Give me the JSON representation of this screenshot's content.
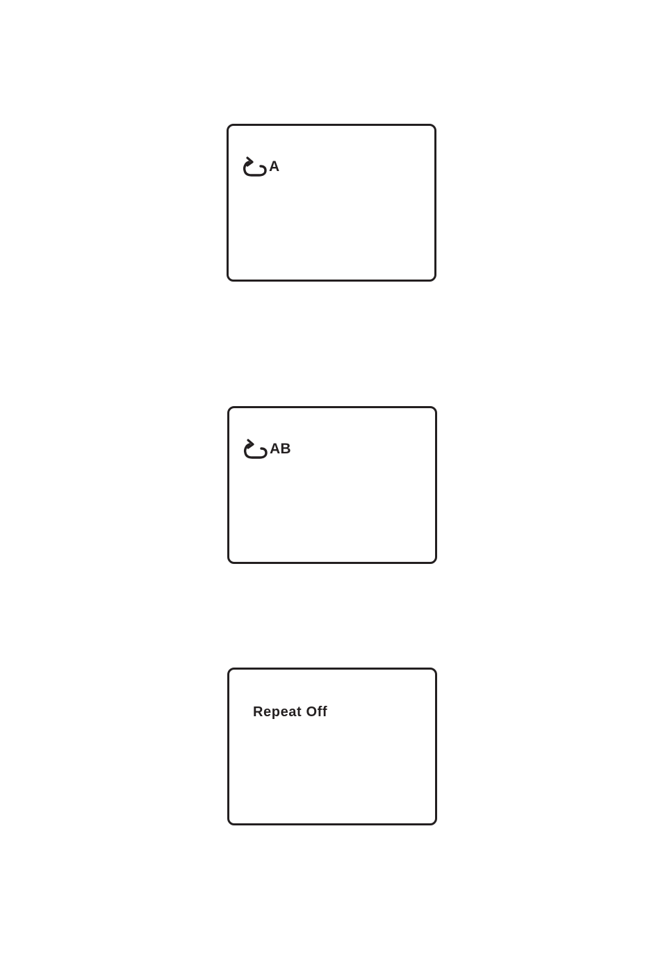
{
  "screens": [
    {
      "icon": "repeat-icon",
      "label": "A"
    },
    {
      "icon": "repeat-icon",
      "label": "AB"
    },
    {
      "icon": "",
      "label": "Repeat Off"
    }
  ],
  "colors": {
    "ink": "#231f20",
    "background": "#ffffff"
  }
}
